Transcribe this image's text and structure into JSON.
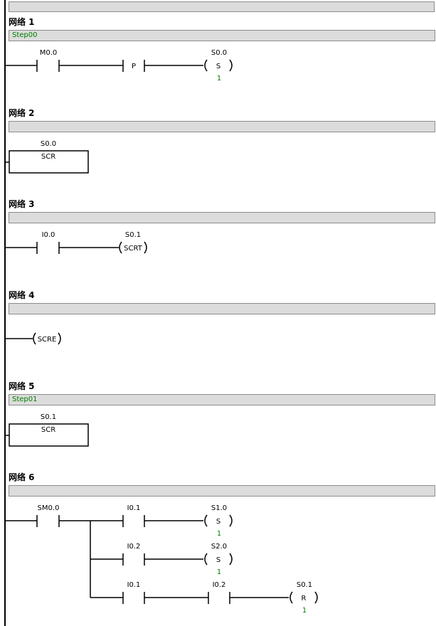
{
  "networks": [
    {
      "title": "网络 1",
      "comment": "Step00"
    },
    {
      "title": "网络 2",
      "comment": ""
    },
    {
      "title": "网络 3",
      "comment": ""
    },
    {
      "title": "网络 4",
      "comment": ""
    },
    {
      "title": "网络 5",
      "comment": "Step01"
    },
    {
      "title": "网络 6",
      "comment": ""
    }
  ],
  "elements": {
    "n1_contact": "M0.0",
    "n1_p": "P",
    "n1_coil_addr": "S0.0",
    "n1_coil_op": "S",
    "n1_coil_n": "1",
    "n2_box_addr": "S0.0",
    "n2_box_label": "SCR",
    "n3_contact": "I0.0",
    "n3_coil_addr": "S0.1",
    "n3_coil_op": "SCRT",
    "n4_coil_op": "SCRE",
    "n5_box_addr": "S0.1",
    "n5_box_label": "SCR",
    "n6_contact_main": "SM0.0",
    "n6_b1_contact": "I0.1",
    "n6_b1_coil_addr": "S1.0",
    "n6_b1_coil_op": "S",
    "n6_b1_coil_n": "1",
    "n6_b2_contact": "I0.2",
    "n6_b2_coil_addr": "S2.0",
    "n6_b2_coil_op": "S",
    "n6_b2_coil_n": "1",
    "n6_b3_contact1": "I0.1",
    "n6_b3_contact2": "I0.2",
    "n6_b3_coil_addr": "S0.1",
    "n6_b3_coil_op": "R",
    "n6_b3_coil_n": "1"
  },
  "colors": {
    "number_green": "#008000",
    "comment_green": "#008000",
    "bar_gray": "#dcdcdc"
  }
}
